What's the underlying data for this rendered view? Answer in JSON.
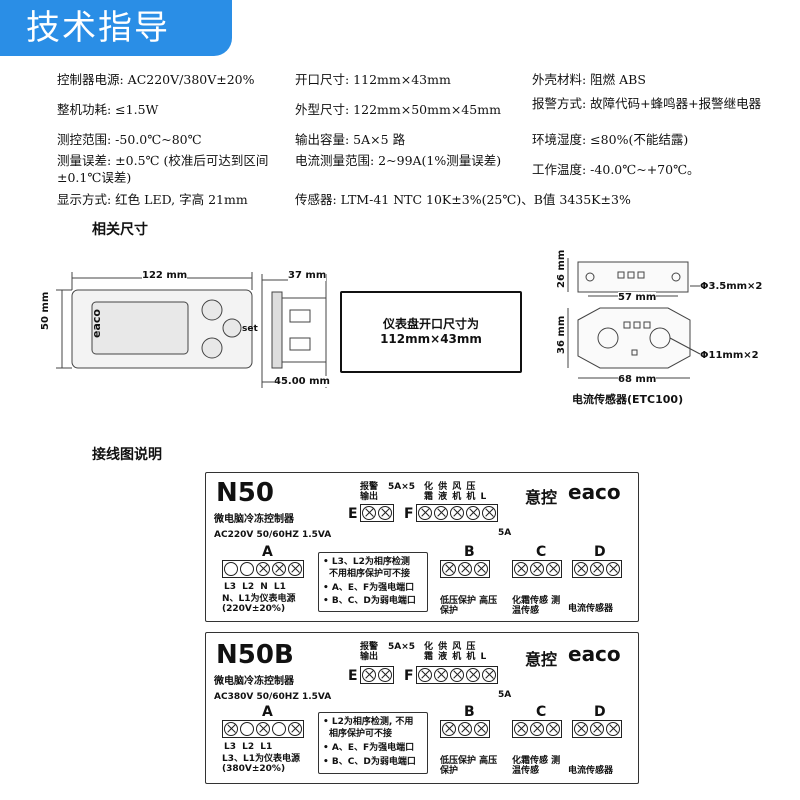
{
  "banner": {
    "title": "技术指导"
  },
  "specs": {
    "power": "控制器电源:  AC220V/380V±20%",
    "opening": "开口尺寸: 112mm×43mm",
    "material": "外壳材料: 阻燃 ABS",
    "consumption": "整机功耗: ≤1.5W",
    "outline": "外型尺寸: 122mm×50mm×45mm",
    "alarm": "报警方式: 故障代码+蜂鸣器+报警继电器",
    "range": "测控范围: -50.0℃~80℃",
    "output": "输出容量: 5A×5 路",
    "humidity": "环境湿度: ≤80%(不能结露)",
    "error": "测量误差: ±0.5℃ (校准后可达到区间±0.1℃误差)",
    "current": "电流测量范围: 2~99A(1%测量误差)",
    "worktemp": "工作温度: -40.0℃~+70℃。",
    "display": "显示方式: 红色 LED, 字高 21mm",
    "sensor": "传感器: LTM-41 NTC 10K±3%(25℃)、B值 3435K±3%"
  },
  "dims": {
    "section_title": "相关尺寸",
    "width_122": "122 mm",
    "height_50": "50 mm",
    "depth_37": "37 mm",
    "depth_45": "45.00 mm",
    "panel_line1": "仪表盘开口尺寸为",
    "panel_line2": "112mm×43mm",
    "set": "set",
    "logo": "eaco",
    "ct_26": "26 mm",
    "ct_57": "57 mm",
    "ct_36": "36 mm",
    "ct_68": "68 mm",
    "ct_hole1": "Φ3.5mm×2",
    "ct_hole2": "Φ11mm×2",
    "ct_name": "电流传感器(ETC100)"
  },
  "wiring": {
    "section_title": "接线图说明",
    "n50": {
      "model": "N50",
      "brand_cn": "意控",
      "brand_en": "eaco",
      "desc": "微电脑冷冻控制器",
      "supply": "AC220V 50/60HZ 1.5VA",
      "a_pins": "L3   L2  N  L1",
      "a_note": "N、L1为仪表电源 (220V±20%)",
      "note1": "• L3、L2为相序检测",
      "note2": "不用相序保护可不接",
      "note3": "• A、E、F为强电端口",
      "note4": "• B、C、D为弱电端口",
      "alarm_out": "报警输出",
      "fa": "5A×5",
      "f_labels": "化 供 风 压",
      "f_labels2": "霜 液 机 机 L",
      "f_amp": "5A",
      "b_label": "低压保护  高压保护",
      "c_label": "化霜传感  测温传感",
      "d_label": "电流传感器"
    },
    "n50b": {
      "model": "N50B",
      "brand_cn": "意控",
      "brand_en": "eaco",
      "desc": "微电脑冷冻控制器",
      "supply": "AC380V 50/60HZ 1.5VA",
      "a_pins": "L3    L2    L1",
      "a_note": "L3、L1为仪表电源 (380V±20%)",
      "note1": "• L2为相序检测, 不用",
      "note2": "相序保护可不接",
      "note3": "• A、E、F为强电端口",
      "note4": "• B、C、D为弱电端口",
      "alarm_out": "报警输出",
      "fa": "5A×5",
      "f_labels": "化 供 风 压",
      "f_labels2": "霜 液 机 机 L",
      "f_amp": "5A",
      "b_label": "低压保护  高压保护",
      "c_label": "化霜传感  测温传感",
      "d_label": "电流传感器"
    },
    "letters": {
      "a": "A",
      "b": "B",
      "c": "C",
      "d": "D",
      "e": "E",
      "f": "F"
    }
  }
}
